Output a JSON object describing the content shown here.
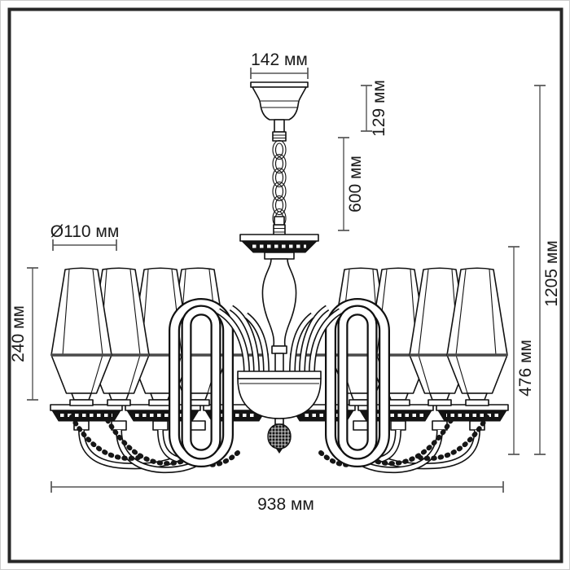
{
  "drawing": {
    "title": "chandelier-dimension-drawing",
    "labels": {
      "canopy_width": "142 мм",
      "canopy_height": "129 мм",
      "chain_length": "600 мм",
      "shade_diameter": "Ø110 мм",
      "shade_height": "240 мм",
      "fixture_height": "476 мм",
      "total_height": "1205 мм",
      "total_width": "938 мм"
    },
    "colors": {
      "background": "#ffffff",
      "line": "#111111",
      "dimension_line": "#555555",
      "dimension_text": "#1a1a1a",
      "frame": "#272727",
      "shade_band": "#4a4a4a"
    }
  }
}
